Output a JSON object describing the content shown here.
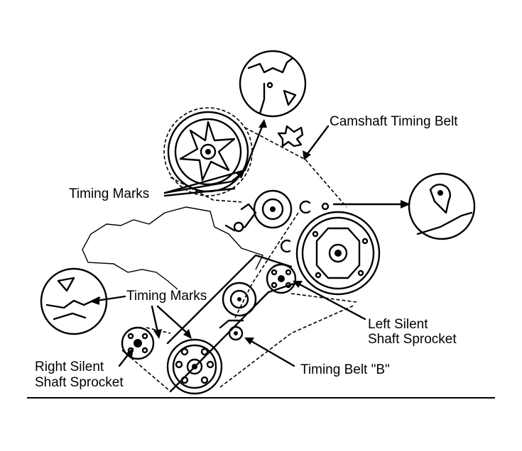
{
  "labels": {
    "camshaft_timing_belt": "Camshaft Timing Belt",
    "timing_marks_upper": "Timing Marks",
    "timing_marks_lower": "Timing Marks",
    "left_silent_line1": "Left Silent",
    "left_silent_line2": "Shaft Sprocket",
    "right_silent_line1": "Right Silent",
    "right_silent_line2": "Shaft Sprocket",
    "timing_belt_b": "Timing Belt \"B\""
  }
}
